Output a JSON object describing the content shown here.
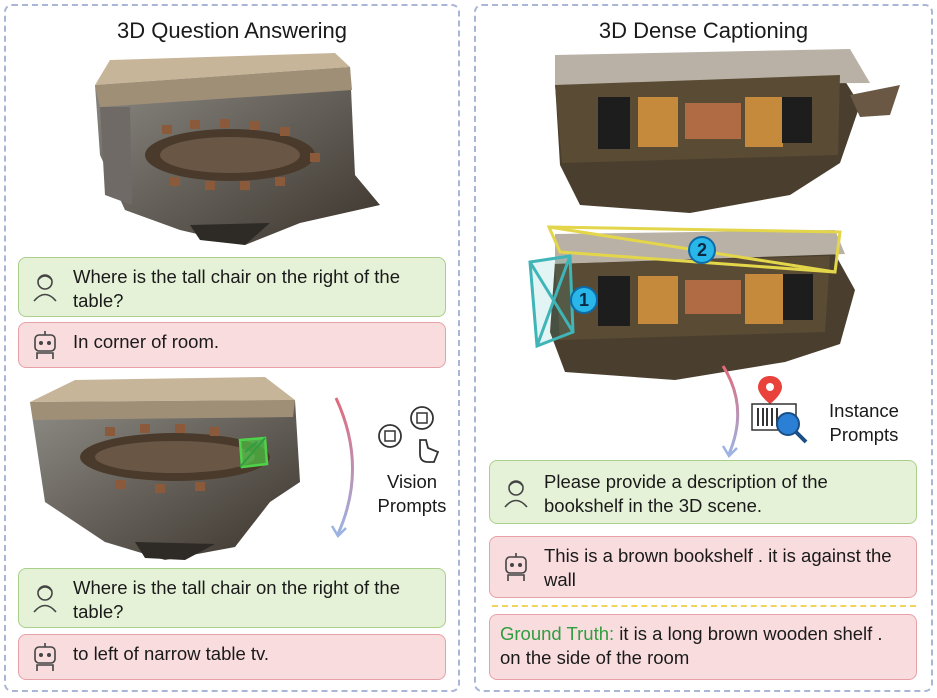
{
  "left_panel": {
    "title": "3D Question Answering",
    "question_1": "Where is the tall chair on the right of the table?",
    "answer_1": "In corner of room.",
    "vision_prompts_line1": "Vision",
    "vision_prompts_line2": "Prompts",
    "question_2": "Where is the tall chair on the right of the table?",
    "answer_2": "to left of narrow table tv."
  },
  "right_panel": {
    "title": "3D Dense Captioning",
    "marker_1": "1",
    "marker_2": "2",
    "instance_prompts_line1": "Instance",
    "instance_prompts_line2": "Prompts",
    "question": "Please provide a description of the bookshelf in the 3D scene.",
    "answer": "This is a brown bookshelf . it is against the wall",
    "ground_truth_label": "Ground Truth:",
    "ground_truth": "it is a long brown wooden shelf . on the side of the room"
  },
  "colors": {
    "user_bubble": "#e5f2d8",
    "bot_bubble": "#f9dcde",
    "ground_truth_label": "#2e9e3e",
    "marker": "#29b6e8",
    "bbox_yellow": "#e3d64a",
    "bbox_teal": "#3fb5b8",
    "bbox_green": "#4fd24a",
    "divider": "#f2d35c"
  },
  "icons": [
    "user-avatar-icon",
    "robot-avatar-icon",
    "vision-prompts-icon",
    "instance-prompts-icon",
    "location-pin-icon",
    "magnifier-icon"
  ]
}
